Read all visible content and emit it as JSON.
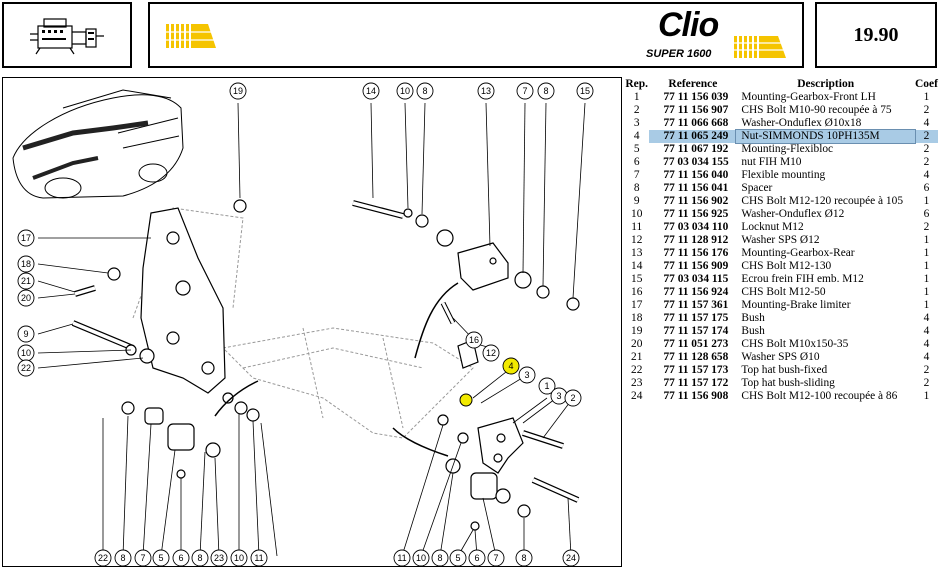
{
  "header": {
    "brand_model": "Clio",
    "brand_sub": "SUPER 1600",
    "page_number": "19.90"
  },
  "colors": {
    "accent_yellow": "#f5c400",
    "highlight_row": "#a9cbe5",
    "callout_highlight": "#f2ea00"
  },
  "table": {
    "headers": [
      "Rep.",
      "Reference",
      "Description",
      "Coef"
    ],
    "rows": [
      {
        "rep": "1",
        "ref": "77 11 156 039",
        "desc": "Mounting-Gearbox-Front LH",
        "coef": "1"
      },
      {
        "rep": "2",
        "ref": "77 11 156 907",
        "desc": "CHS Bolt M10-90 recoupée à 75",
        "coef": "2"
      },
      {
        "rep": "3",
        "ref": "77 11 066 668",
        "desc": "Washer-Onduflex Ø10x18",
        "coef": "4"
      },
      {
        "rep": "4",
        "ref": "77 11 065 249",
        "desc": "Nut-SIMMONDS 10PH135M",
        "coef": "2"
      },
      {
        "rep": "5",
        "ref": "77 11 067 192",
        "desc": "Mounting-Flexibloc",
        "coef": "2"
      },
      {
        "rep": "6",
        "ref": "77 03 034 155",
        "desc": "nut FIH M10",
        "coef": "2"
      },
      {
        "rep": "7",
        "ref": "77 11 156 040",
        "desc": "Flexible mounting",
        "coef": "4"
      },
      {
        "rep": "8",
        "ref": "77 11 156 041",
        "desc": "Spacer",
        "coef": "6"
      },
      {
        "rep": "9",
        "ref": "77 11 156 902",
        "desc": "CHS Bolt M12-120 recoupée à 105",
        "coef": "1"
      },
      {
        "rep": "10",
        "ref": "77 11 156 925",
        "desc": "Washer-Onduflex Ø12",
        "coef": "6"
      },
      {
        "rep": "11",
        "ref": "77 03 034 110",
        "desc": "Locknut M12",
        "coef": "2"
      },
      {
        "rep": "12",
        "ref": "77 11 128 912",
        "desc": "Washer SPS Ø12",
        "coef": "1"
      },
      {
        "rep": "13",
        "ref": "77 11 156 176",
        "desc": "Mounting-Gearbox-Rear",
        "coef": "1"
      },
      {
        "rep": "14",
        "ref": "77 11 156 909",
        "desc": "CHS Bolt M12-130",
        "coef": "1"
      },
      {
        "rep": "15",
        "ref": "77 03 034 115",
        "desc": "Ecrou frein FIH emb. M12",
        "coef": "1"
      },
      {
        "rep": "16",
        "ref": "77 11 156 924",
        "desc": "CHS Bolt M12-50",
        "coef": "1"
      },
      {
        "rep": "17",
        "ref": "77 11 157 361",
        "desc": "Mounting-Brake limiter",
        "coef": "1"
      },
      {
        "rep": "18",
        "ref": "77 11 157 175",
        "desc": "Bush",
        "coef": "4"
      },
      {
        "rep": "19",
        "ref": "77 11 157 174",
        "desc": "Bush",
        "coef": "4"
      },
      {
        "rep": "20",
        "ref": "77 11 051 273",
        "desc": "CHS Bolt M10x150-35",
        "coef": "4"
      },
      {
        "rep": "21",
        "ref": "77 11 128 658",
        "desc": "Washer SPS Ø10",
        "coef": "4"
      },
      {
        "rep": "22",
        "ref": "77 11 157 173",
        "desc": "Top hat bush-fixed",
        "coef": "2"
      },
      {
        "rep": "23",
        "ref": "77 11 157 172",
        "desc": "Top hat bush-sliding",
        "coef": "2"
      },
      {
        "rep": "24",
        "ref": "77 11 156 908",
        "desc": "CHS Bolt M12-100 recoupée à 86",
        "coef": "1"
      }
    ],
    "highlighted_rep": "4"
  },
  "callouts": {
    "top": [
      "19",
      "14",
      "10",
      "8",
      "13",
      "7",
      "8",
      "15"
    ],
    "left": [
      "17",
      "18",
      "21",
      "20",
      "9",
      "10",
      "22"
    ],
    "middle": [
      "16",
      "12",
      "4",
      "3",
      "1",
      "3",
      "2"
    ],
    "bottom_left": [
      "22",
      "8",
      "7",
      "5",
      "6",
      "8",
      "23",
      "10",
      "11"
    ],
    "bottom_right": [
      "11",
      "10",
      "8",
      "5",
      "6",
      "7",
      "8",
      "24"
    ],
    "highlighted": "4"
  }
}
